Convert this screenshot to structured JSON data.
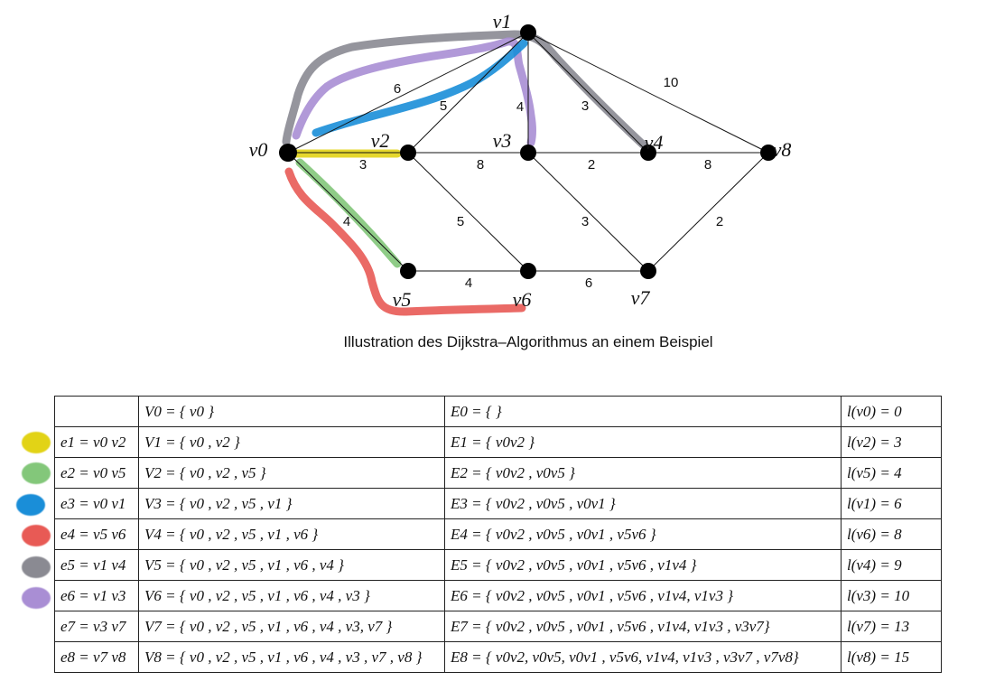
{
  "graph": {
    "nodes": [
      {
        "id": "v0",
        "label": "v0"
      },
      {
        "id": "v1",
        "label": "v1"
      },
      {
        "id": "v2",
        "label": "v2"
      },
      {
        "id": "v3",
        "label": "v3"
      },
      {
        "id": "v4",
        "label": "v4"
      },
      {
        "id": "v5",
        "label": "v5"
      },
      {
        "id": "v6",
        "label": "v6"
      },
      {
        "id": "v7",
        "label": "v7"
      },
      {
        "id": "v8",
        "label": "v8"
      }
    ],
    "edges": [
      {
        "from": "v0",
        "to": "v1",
        "weight": "6"
      },
      {
        "from": "v0",
        "to": "v2",
        "weight": "3"
      },
      {
        "from": "v0",
        "to": "v5",
        "weight": "4"
      },
      {
        "from": "v1",
        "to": "v2",
        "weight": "5"
      },
      {
        "from": "v1",
        "to": "v3",
        "weight": "4"
      },
      {
        "from": "v1",
        "to": "v4",
        "weight": "3"
      },
      {
        "from": "v1",
        "to": "v8",
        "weight": "10"
      },
      {
        "from": "v2",
        "to": "v3",
        "weight": "8"
      },
      {
        "from": "v2",
        "to": "v6",
        "weight": "5"
      },
      {
        "from": "v3",
        "to": "v4",
        "weight": "2"
      },
      {
        "from": "v3",
        "to": "v7",
        "weight": "3"
      },
      {
        "from": "v4",
        "to": "v8",
        "weight": "8"
      },
      {
        "from": "v5",
        "to": "v6",
        "weight": "4"
      },
      {
        "from": "v6",
        "to": "v7",
        "weight": "6"
      },
      {
        "from": "v7",
        "to": "v8",
        "weight": "2"
      }
    ],
    "highlight_colors": {
      "yellow": "#e2d316",
      "green": "#83c77a",
      "blue": "#1a8ed8",
      "red": "#e85a55",
      "gray": "#8a8a92",
      "purple": "#a98ed4"
    }
  },
  "caption": "Illustration des Dijkstra–Algorithmus an einem Beispiel",
  "table": {
    "rows": [
      {
        "color": "",
        "edge": "",
        "V": "V0 = { v0 }",
        "E": "E0 = { }",
        "l": "l(v0) = 0"
      },
      {
        "color": "yellow",
        "edge": "e1 = v0 v2",
        "V": "V1 = { v0 , v2 }",
        "E": "E1 = { v0v2 }",
        "l": "l(v2) = 3"
      },
      {
        "color": "green",
        "edge": "e2 = v0 v5",
        "V": "V2 = { v0 , v2 , v5 }",
        "E": "E2 = { v0v2 , v0v5 }",
        "l": "l(v5) = 4"
      },
      {
        "color": "blue",
        "edge": "e3 = v0 v1",
        "V": "V3 = { v0 , v2 , v5 , v1 }",
        "E": "E3 = { v0v2 , v0v5 , v0v1 }",
        "l": "l(v1) = 6"
      },
      {
        "color": "red",
        "edge": "e4 = v5 v6",
        "V": "V4 = { v0 , v2 , v5 , v1 , v6 }",
        "E": "E4 = { v0v2 , v0v5 , v0v1 , v5v6 }",
        "l": "l(v6) = 8"
      },
      {
        "color": "gray",
        "edge": "e5 = v1 v4",
        "V": "V5 = { v0 , v2 , v5 , v1 , v6 , v4 }",
        "E": "E5 = { v0v2 , v0v5 , v0v1 , v5v6 , v1v4 }",
        "l": "l(v4) = 9"
      },
      {
        "color": "purple",
        "edge": "e6 = v1 v3",
        "V": "V6 = { v0 , v2 , v5 , v1 , v6 , v4 , v3 }",
        "E": "E6 = { v0v2 , v0v5 , v0v1 , v5v6 , v1v4, v1v3 }",
        "l": "l(v3) = 10"
      },
      {
        "color": "",
        "edge": "e7 = v3 v7",
        "V": "V7 = { v0 , v2 , v5 , v1 , v6 , v4 , v3, v7 }",
        "E": "E7 = { v0v2 , v0v5 , v0v1 , v5v6 , v1v4, v1v3 , v3v7}",
        "l": "l(v7) = 13"
      },
      {
        "color": "",
        "edge": "e8 = v7 v8",
        "V": "V8 = { v0 , v2 , v5 , v1 , v6 , v4 , v3 , v7 , v8 }",
        "E": "E8 = { v0v2, v0v5, v0v1 , v5v6, v1v4, v1v3 , v3v7 , v7v8}",
        "l": "l(v8) = 15"
      }
    ]
  }
}
